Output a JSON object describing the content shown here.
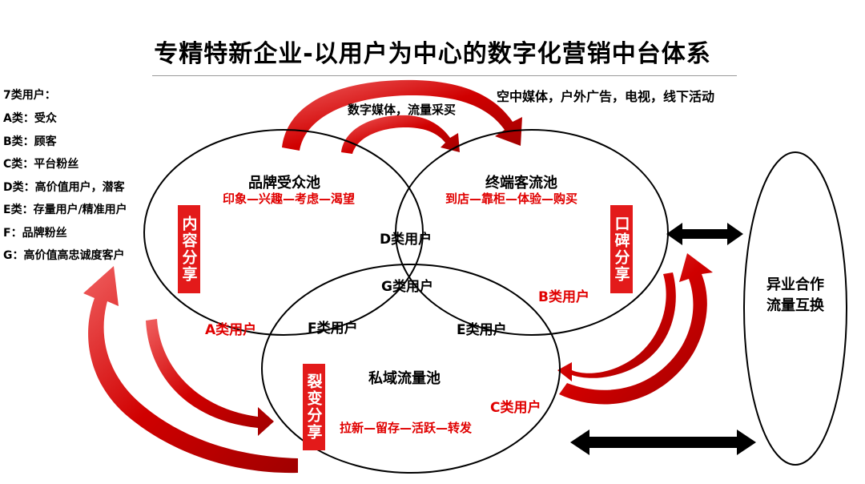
{
  "title": "专精特新企业-以用户为中心的数字化营销中台体系",
  "legend": {
    "heading": "7类用户：",
    "items": [
      "A类：受众",
      "B类：顾客",
      "C类：平台粉丝",
      "D类：高价值用户，潜客",
      "E类：存量用户/精准用户",
      "F：品牌粉丝",
      "G：高价值高忠诚度客户"
    ]
  },
  "media_channels": "空中媒体，户外广告，电视，线下活动",
  "top_arc_label": "数字媒体，流量采买",
  "pools": {
    "brand": {
      "name": "品牌受众池",
      "journey": "印象—兴趣—考虑—渴望"
    },
    "terminal": {
      "name": "终端客流池",
      "journey": "到店—靠柜—体验—购买"
    },
    "private": {
      "name": "私域流量池",
      "journey": "拉新—留存—活跃—转发"
    }
  },
  "user_types": {
    "A": "A类用户",
    "B": "B类用户",
    "C": "C类用户",
    "D": "D类用户",
    "E": "E类用户",
    "F": "F类用户",
    "G": "G类用户"
  },
  "share_boxes": {
    "content": "内容分享",
    "word_of_mouth": "口碑分享",
    "fission": "裂变分享"
  },
  "partner": {
    "line1": "异业合作",
    "line2": "流量互换"
  },
  "colors": {
    "accent_red": "#e31a1a",
    "text_red": "#e00000",
    "arrow_black": "#000000"
  }
}
